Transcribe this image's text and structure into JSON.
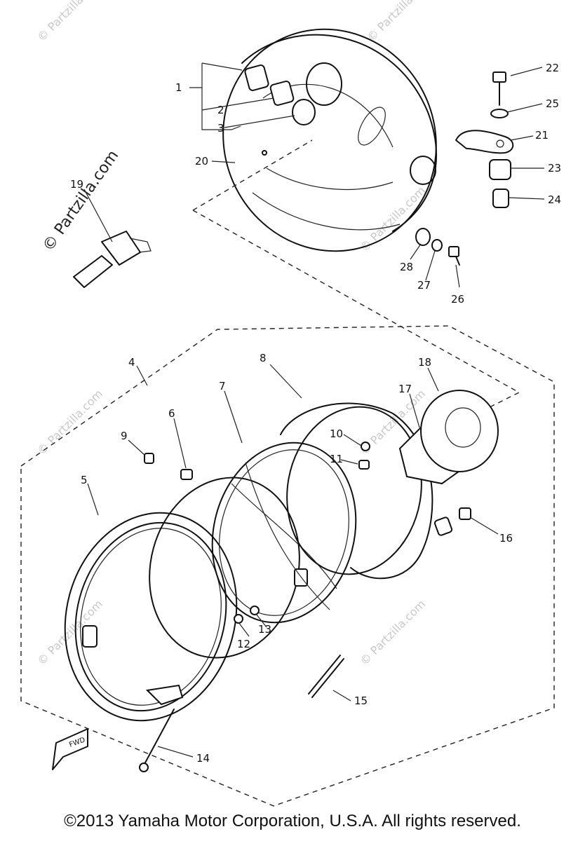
{
  "diagram": {
    "part_numbers": [
      "1",
      "2",
      "3",
      "4",
      "5",
      "6",
      "7",
      "8",
      "9",
      "10",
      "11",
      "12",
      "13",
      "14",
      "15",
      "16",
      "17",
      "18",
      "19",
      "20",
      "21",
      "22",
      "23",
      "24",
      "25",
      "26",
      "27",
      "28"
    ],
    "fwd_label": "FWD",
    "watermark": "© Partzilla.com"
  },
  "footer": {
    "copyright": "©2013 Yamaha Motor Corporation, U.S.A. All rights reserved."
  }
}
